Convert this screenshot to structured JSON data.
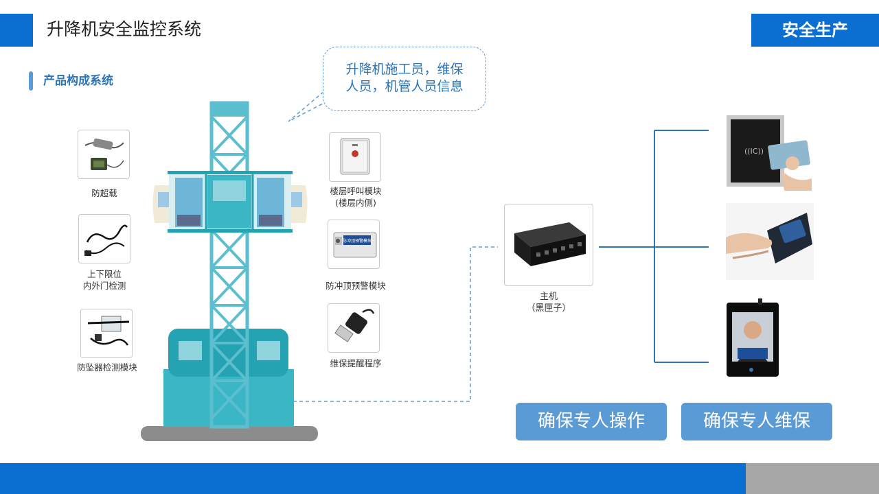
{
  "header": {
    "title": "升降机安全监控系统",
    "badge": "安全生产"
  },
  "section": {
    "title": "产品构成系统"
  },
  "bubble": {
    "line1": "升降机施工员，维保",
    "line2": "人员，机管人员信息"
  },
  "left_modules": [
    {
      "icon": "overload-sensor-icon",
      "label1": "防超载",
      "label2": ""
    },
    {
      "icon": "limit-switch-cable-icon",
      "label1": "上下限位",
      "label2": "内外门检测"
    },
    {
      "icon": "fall-detector-icon",
      "label1": "防坠器检测模块",
      "label2": ""
    }
  ],
  "right_modules": [
    {
      "icon": "call-button-box-icon",
      "label1": "楼层呼叫模块",
      "label2": "(楼层内侧)"
    },
    {
      "icon": "anti-top-alarm-module-icon",
      "label1": "防冲顶预警模块",
      "label2": "",
      "device_text": "防冲顶预警模块"
    },
    {
      "icon": "usb-plug-icon",
      "label1": "维保提醒程序",
      "label2": ""
    }
  ],
  "host": {
    "label1": "主机",
    "label2": "（黑匣子）",
    "icon": "black-box-host-icon"
  },
  "auth_devices": [
    {
      "icon": "ic-card-reader-icon",
      "text": "((IC))"
    },
    {
      "icon": "fingerprint-scanner-icon"
    },
    {
      "icon": "face-recognition-terminal-icon"
    }
  ],
  "buttons": {
    "operate": "确保专人操作",
    "maintain": "确保专人维保"
  },
  "colors": {
    "primary": "#0a6fd1",
    "accent": "#5b9bd5",
    "tower": "#5bbfd0",
    "tower_dark": "#26a3b2",
    "footer_gray": "#a6a6a6"
  }
}
